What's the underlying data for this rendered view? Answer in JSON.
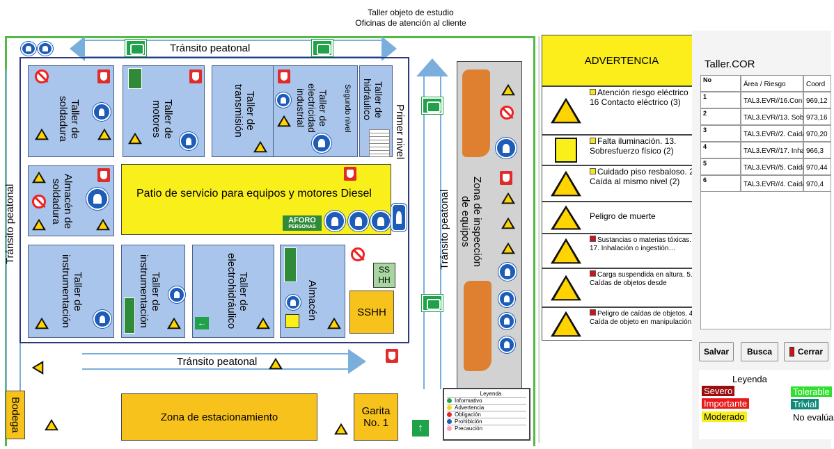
{
  "header": {
    "line1": "Taller objeto de estudio",
    "line2": "Oficinas de atención al cliente"
  },
  "map": {
    "transit_top": "Tránsito peatonal",
    "transit_left": "Tránsito peatonal",
    "transit_bottom": "Tránsito peatonal",
    "transit_right": "Tránsito peatonal",
    "primer_nivel": "Primer nivel",
    "segundo_nivel": "Segundo nivel",
    "rooms": {
      "soldadura": "Taller de\nsoldadura",
      "motores": "Taller de\nmotores",
      "transmision": "Taller de\ntransmisión",
      "electricidad": "Taller de\nelectricidad\nindustrial",
      "hidraulico": "Taller de\nhidráulico",
      "almacen_soldadura": "Almacén de\nsoldadura",
      "instrumentacion1": "Taller de\ninstrumentación",
      "instrumentacion2": "Taller de\ninstrumentación",
      "electrohidraulico": "Taller de\nelectrohidráulico",
      "almacen": "Almacén"
    },
    "patio": "Patio de servicio para equipos y motores Diesel",
    "aforo": "AFORO",
    "aforo_sub": "PERSONAS",
    "sshh_small": "SS\nHH",
    "sshh": "SSHH",
    "inspeccion": "Zona de inspección\nde equipos",
    "estacionamiento": "Zona de estacionamiento",
    "bodega": "Bodega",
    "garita": "Garita\nNo. 1",
    "map_legend": {
      "title": "Leyenda",
      "items": [
        "Informativo",
        "Advertencia",
        "Obligación",
        "Prohibición",
        "Precaución"
      ],
      "colors": [
        "#1fa24a",
        "#f7d31b",
        "#e02b2b",
        "#1d5cb8",
        "#ff9fb0"
      ]
    }
  },
  "signs_panel": {
    "title": "ADVERTENCIA",
    "rows": [
      {
        "text": "Atención riesgo eléctrico\n16 Contacto eléctrico (3)",
        "marker": "#f7e51b"
      },
      {
        "text": "Falta iluminación. 13. Sobresfuerzo físico (2)",
        "marker": "#f7e51b"
      },
      {
        "text": "Cuidado piso resbaloso. 2. Caída al mismo nivel (2)",
        "marker": "#f7e51b"
      },
      {
        "text": "Peligro de muerte",
        "marker": ""
      },
      {
        "text": "Sustancias o materias tóxicas. 17. Inhalación o ingestión…",
        "marker": "#d0121b"
      },
      {
        "text": "Carga suspendida en altura. 5. Caídas de objetos desde",
        "marker": "#d0121b"
      },
      {
        "text": "Peligro de caídas de objetos. 4. Caída de objeto en manipulación",
        "marker": "#d0121b"
      }
    ]
  },
  "app": {
    "title": "Taller.COR",
    "columns": [
      "No",
      "Área / Riesgo",
      "Coord"
    ],
    "rows": [
      {
        "no": "1",
        "area": "TAL3.EVR//16.Con",
        "coord": "969,12"
      },
      {
        "no": "2",
        "area": "TAL3.EVR//13. Sob",
        "coord": "973,16"
      },
      {
        "no": "3",
        "area": "TAL3.EVR//2. Caída",
        "coord": "970,20"
      },
      {
        "no": "4",
        "area": "TAL3.EVR//17. Inha",
        "coord": "966,3"
      },
      {
        "no": "5",
        "area": "TAL3.EVR//5. Caída",
        "coord": "970,44"
      },
      {
        "no": "6",
        "area": "TAL3.EVR//4. Caída",
        "coord": "970,4"
      }
    ],
    "buttons": {
      "save": "Salvar",
      "search": "Busca",
      "close": "Cerrar"
    },
    "legend": {
      "title": "Leyenda",
      "severo": "Severo",
      "importante": "Importante",
      "moderado": "Moderado",
      "tolerable": "Tolerable",
      "trivial": "Trivial",
      "no_evaluado": "No evalúa"
    }
  }
}
